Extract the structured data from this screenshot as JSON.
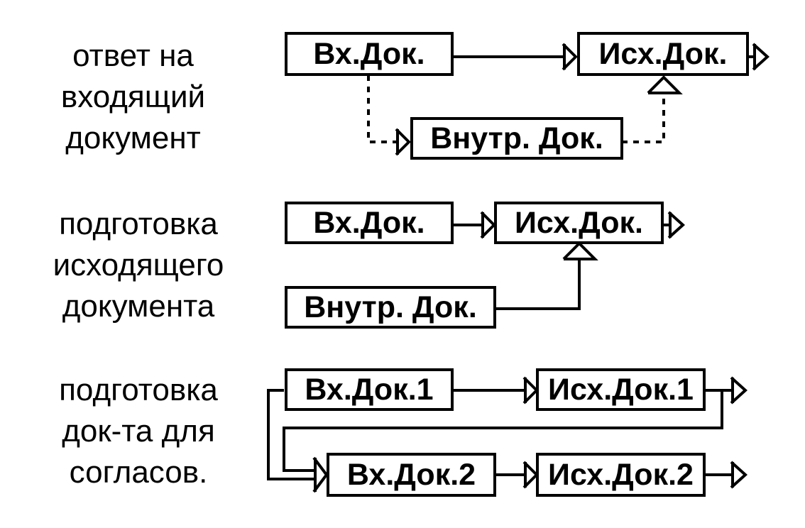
{
  "colors": {
    "line": "#000000",
    "background": "#ffffff"
  },
  "rows": [
    {
      "label_lines": [
        "ответ на",
        "входящий",
        "документ"
      ],
      "boxes": {
        "incoming": "Вх.Док.",
        "outgoing": "Исх.Док.",
        "internal": "Внутр. Док."
      }
    },
    {
      "label_lines": [
        "подготовка",
        "исходящего",
        "документа"
      ],
      "boxes": {
        "incoming": "Вх.Док.",
        "outgoing": "Исх.Док.",
        "internal": "Внутр. Док."
      }
    },
    {
      "label_lines": [
        "подготовка",
        "док-та для",
        "согласов."
      ],
      "boxes": {
        "incoming_1": "Вх.Док.1",
        "outgoing_1": "Исх.Док.1",
        "incoming_2": "Вх.Док.2",
        "outgoing_2": "Исх.Док.2"
      }
    }
  ]
}
